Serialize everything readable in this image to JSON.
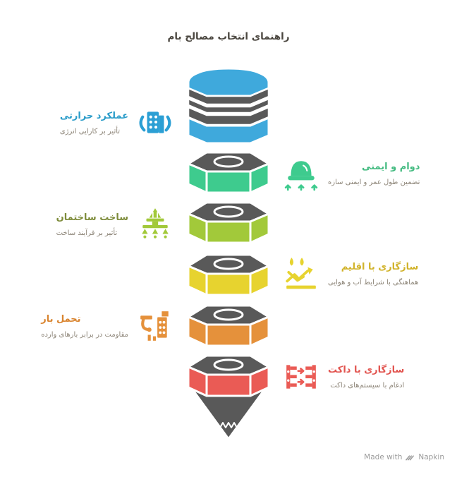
{
  "title": "راهنمای انتخاب مصالح بام",
  "colors": {
    "title_text": "#4a463f",
    "subtitle_text": "#8c8477",
    "pencil_gray": "#595959",
    "watermark_text": "#9b9b9b"
  },
  "pencil": {
    "cap_color": "#3fa9dc",
    "tip_color": "#595959",
    "segments": [
      {
        "name": "green",
        "color": "#3ecb8e"
      },
      {
        "name": "lime",
        "color": "#a2c93a"
      },
      {
        "name": "yellow",
        "color": "#e7d32f"
      },
      {
        "name": "orange",
        "color": "#e5913b"
      },
      {
        "name": "red",
        "color": "#ea5b55"
      }
    ]
  },
  "labels": {
    "left": [
      {
        "title": "عملکرد حرارتی",
        "subtitle": "تأثیر بر کارایی انرژی",
        "color": "#2a9cc9",
        "icon_color": "#2b9fd4",
        "icon": "building-energy-icon"
      },
      {
        "title": "ساخت ساختمان",
        "subtitle": "تأثیر بر فرآیند ساخت",
        "color": "#7e8c3b",
        "icon_color": "#a2c93a",
        "icon": "construction-rig-icon"
      },
      {
        "title": "تحمل بار",
        "subtitle": "مقاومت در برابر بارهای وارده",
        "color": "#d9842f",
        "icon_color": "#e5913b",
        "icon": "crane-hook-icon"
      }
    ],
    "right": [
      {
        "title": "دوام و ایمنی",
        "subtitle": "تضمین طول عمر و ایمنی سازه",
        "color": "#44bb81",
        "icon_color": "#3ecb8e",
        "icon": "dome-safety-icon"
      },
      {
        "title": "سازگاری با اقلیم",
        "subtitle": "هماهنگی با شرایط آب و هوایی",
        "color": "#d1b32b",
        "icon_color": "#e7d32f",
        "icon": "weather-drops-icon"
      },
      {
        "title": "سازگاری با داکت",
        "subtitle": "ادغام با سیستم‌های داکت",
        "color": "#e25550",
        "icon_color": "#ea5b55",
        "icon": "duct-connection-icon"
      }
    ]
  },
  "watermark": {
    "prefix": "Made with",
    "brand": "Napkin"
  }
}
